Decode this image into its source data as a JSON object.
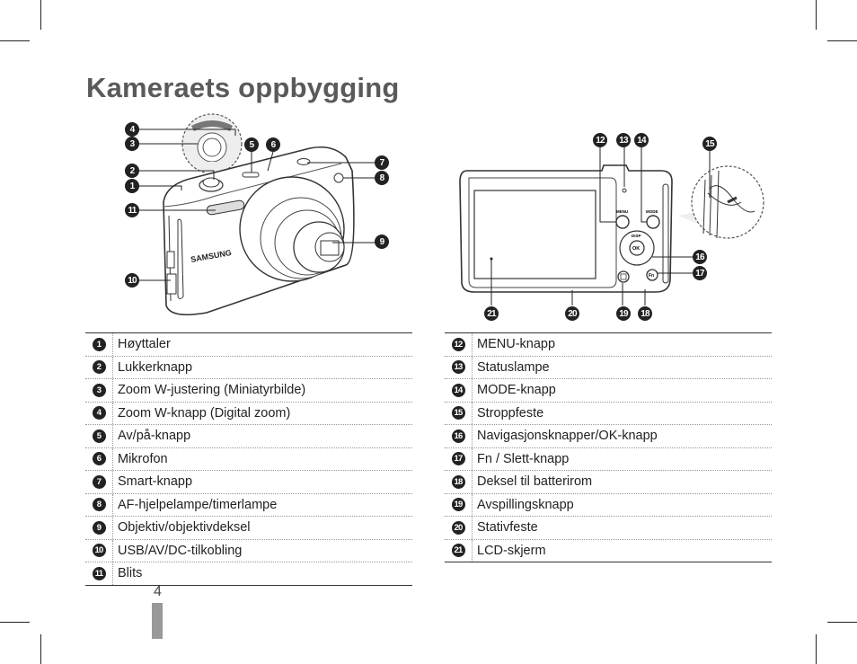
{
  "page": {
    "title": "Kameraets oppbygging",
    "page_number": "4"
  },
  "front_camera": {
    "brand_text": "SAMSUNG",
    "callouts": [
      "1",
      "2",
      "3",
      "4",
      "5",
      "6",
      "7",
      "8",
      "9",
      "10",
      "11"
    ]
  },
  "back_camera": {
    "button_labels": {
      "menu": "MENU",
      "mode": "MODE",
      "disp": "DISP",
      "ok": "OK",
      "fn": "Fn"
    },
    "callouts": [
      "12",
      "13",
      "14",
      "15",
      "16",
      "17",
      "18",
      "19",
      "20",
      "21"
    ]
  },
  "left_table": [
    {
      "num": "1",
      "label": "Høyttaler"
    },
    {
      "num": "2",
      "label": "Lukkerknapp"
    },
    {
      "num": "3",
      "label": "Zoom W-justering (Miniatyrbilde)"
    },
    {
      "num": "4",
      "label": "Zoom W-knapp (Digital zoom)"
    },
    {
      "num": "5",
      "label": "Av/på-knapp"
    },
    {
      "num": "6",
      "label": "Mikrofon"
    },
    {
      "num": "7",
      "label": "Smart-knapp"
    },
    {
      "num": "8",
      "label": "AF-hjelpelampe/timerlampe"
    },
    {
      "num": "9",
      "label": "Objektiv/objektivdeksel"
    },
    {
      "num": "10",
      "label": "USB/AV/DC-tilkobling"
    },
    {
      "num": "11",
      "label": "Blits"
    }
  ],
  "right_table": [
    {
      "num": "12",
      "label": "MENU-knapp"
    },
    {
      "num": "13",
      "label": "Statuslampe"
    },
    {
      "num": "14",
      "label": "MODE-knapp"
    },
    {
      "num": "15",
      "label": "Stroppfeste"
    },
    {
      "num": "16",
      "label": "Navigasjonsknapper/OK-knapp"
    },
    {
      "num": "17",
      "label": "Fn / Slett-knapp"
    },
    {
      "num": "18",
      "label": "Deksel til batterirom"
    },
    {
      "num": "19",
      "label": "Avspillingsknapp"
    },
    {
      "num": "20",
      "label": "Stativfeste"
    },
    {
      "num": "21",
      "label": "LCD-skjerm"
    }
  ]
}
